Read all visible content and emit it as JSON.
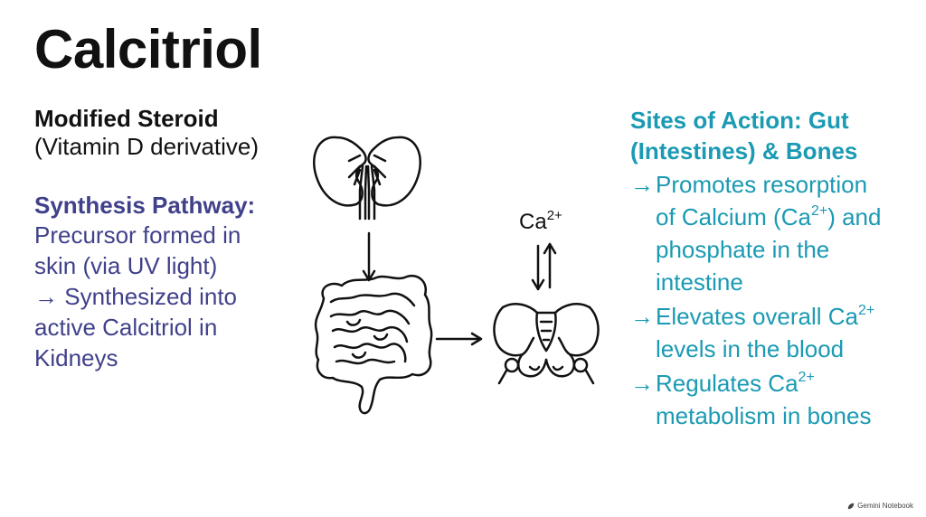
{
  "title": "Calcitriol",
  "left": {
    "heading": "Modified Steroid",
    "subheading": "(Vitamin D derivative)",
    "synthesis_heading": "Synthesis Pathway:",
    "synthesis_lines": [
      "Precursor formed in",
      "skin (via UV light)",
      "→ Synthesized into",
      "active Calcitriol in",
      "Kidneys"
    ]
  },
  "diagram": {
    "icons": [
      "kidneys-icon",
      "intestines-icon",
      "pelvis-bone-icon",
      "arrow-down-icon",
      "arrow-right-icon",
      "arrow-updown-icon"
    ],
    "ion_base": "Ca",
    "ion_charge": "2+"
  },
  "right": {
    "heading_line1": "Sites of Action: Gut",
    "heading_line2": "(Intestines) & Bones",
    "arrow": "→",
    "items": [
      {
        "l1a": "Promotes resorption",
        "l2a": "of Calcium (Ca",
        "l2sup": "2+",
        "l2b": ") and",
        "l3": "phosphate in the",
        "l4": "intestine"
      },
      {
        "l1a": "Elevates overall Ca",
        "l1sup": "2+",
        "l2": "levels in the blood"
      },
      {
        "l1a": "Regulates Ca",
        "l1sup": "2+",
        "l2": "metabolism in bones"
      }
    ]
  },
  "footer": {
    "label": "Gemini Notebook"
  },
  "colors": {
    "title": "#111111",
    "purple": "#40418a",
    "teal": "#1a9ab3"
  }
}
